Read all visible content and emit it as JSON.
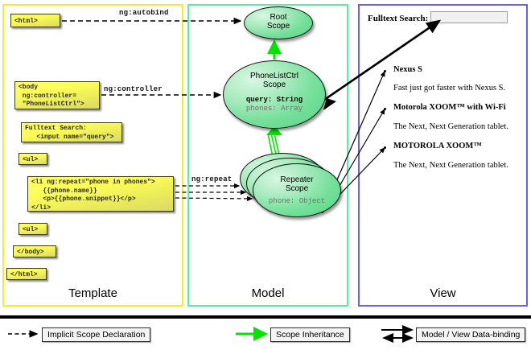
{
  "columns": [
    {
      "id": "template",
      "label": "Template",
      "border_color": "#f2ef2a"
    },
    {
      "id": "model",
      "label": "Model",
      "border_color": "#4ff2a0"
    },
    {
      "id": "view",
      "label": "View",
      "border_color": "#6a5df0"
    }
  ],
  "template": {
    "boxes": [
      {
        "id": "html-open",
        "text": "<html>"
      },
      {
        "id": "body-open",
        "text": "<body\n ng:controller=\n \"PhoneListCtrl\">"
      },
      {
        "id": "fulltext-search",
        "text": "Fulltext Search:\n   <input name=\"query\">"
      },
      {
        "id": "ul-open",
        "text": "<ul>"
      },
      {
        "id": "li-repeat",
        "text": "<li ng:repeat=\"phone in phones\">\n   {{phone.name}}\n   <p>{{phone.snippet}}</p>\n</li>"
      },
      {
        "id": "ul-close",
        "text": "<ul>"
      },
      {
        "id": "body-close",
        "text": "</body>"
      },
      {
        "id": "html-close",
        "text": "</html>"
      }
    ]
  },
  "connectors": [
    {
      "id": "ng-autobind",
      "label": "ng:autobind"
    },
    {
      "id": "ng-controller",
      "label": "ng:controller"
    },
    {
      "id": "ng-repeat",
      "label": "ng:repeat"
    }
  ],
  "model": {
    "scopes": [
      {
        "id": "root-scope",
        "title_line1": "Root",
        "title_line2": "Scope",
        "properties": []
      },
      {
        "id": "phonelistctrl-scope",
        "title_line1": "PhoneListCtrl",
        "title_line2": "Scope",
        "properties": [
          {
            "text": "query: String",
            "emphasis": "strong"
          },
          {
            "text": "phones: Array",
            "emphasis": "dim"
          }
        ]
      },
      {
        "id": "repeater-scope",
        "title_line1": "Repeater",
        "title_line2": "Scope",
        "properties": [
          {
            "text": "phone: Object",
            "emphasis": "dim"
          }
        ]
      }
    ]
  },
  "view": {
    "search_label": "Fulltext Search:",
    "search_value": "",
    "items": [
      {
        "name": "Nexus S",
        "snippet": "Fast just got faster with Nexus S."
      },
      {
        "name": "Motorola XOOM™  with Wi-Fi",
        "snippet": "The Next, Next Generation tablet."
      },
      {
        "name": "MOTOROLA XOOM™",
        "snippet": "The Next, Next Generation tablet."
      }
    ]
  },
  "legend": [
    {
      "id": "implicit-scope-declaration",
      "label": "Implicit Scope Declaration",
      "style": "dashed-arrow",
      "color": "#000000"
    },
    {
      "id": "scope-inheritance",
      "label": "Scope Inheritance",
      "style": "solid-arrow",
      "color": "#00e400"
    },
    {
      "id": "model-view-data-binding",
      "label": "Model / View Data-binding",
      "style": "double-arrow",
      "color": "#000000"
    }
  ]
}
